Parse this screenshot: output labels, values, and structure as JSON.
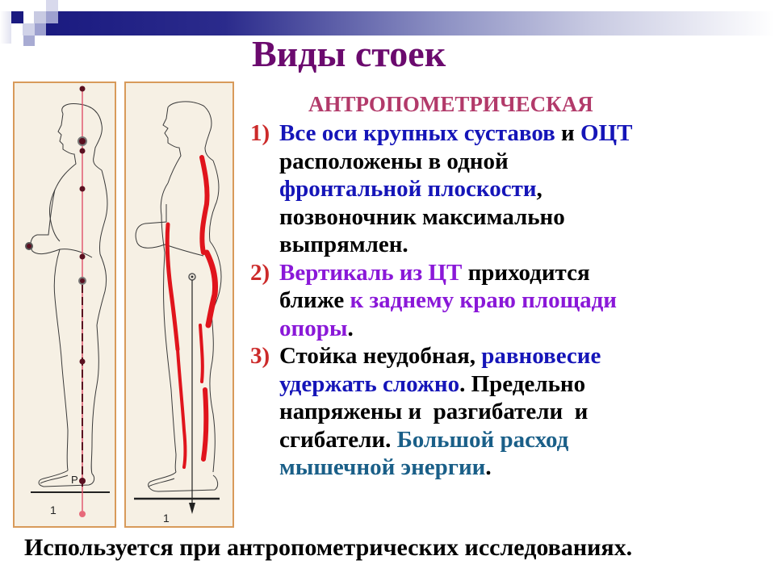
{
  "slide": {
    "title": "Виды стоек",
    "subtitle": "АНТРОПОМЕТРИЧЕСКАЯ",
    "items": [
      {
        "number": "1)",
        "segments": [
          {
            "text": "Все  оси  крупных суставов",
            "color": "blue"
          },
          {
            "text": " и ",
            "color": "black"
          },
          {
            "text": "ОЦТ",
            "color": "blue"
          },
          {
            "text": " расположены в одной ",
            "color": "black"
          },
          {
            "text": "фронтальной плоскости",
            "color": "blue"
          },
          {
            "text": ", позвоночник максимально выпрямлен.",
            "color": "black"
          }
        ]
      },
      {
        "number": "2)",
        "segments": [
          {
            "text": "Вертикаль из ЦТ",
            "color": "violet"
          },
          {
            "text": " приходится ближе ",
            "color": "black"
          },
          {
            "text": "к заднему краю площади опоры",
            "color": "violet"
          },
          {
            "text": ".",
            "color": "black"
          }
        ]
      },
      {
        "number": "3)",
        "segments": [
          {
            "text": "Стойка неудобная, ",
            "color": "black"
          },
          {
            "text": "равновесие удержать сложно",
            "color": "blue"
          },
          {
            "text": ". Предельно напряжены и  разгибатели  и сгибатели. ",
            "color": "black"
          },
          {
            "text": "Большой расход мышечной энергии",
            "color": "teal"
          },
          {
            "text": ".",
            "color": "black"
          }
        ]
      }
    ],
    "footer": "Используется при антропометрических исследованиях.",
    "figures": [
      {
        "name": "figure-joint-axes",
        "label_p": "P",
        "label_num": "1"
      },
      {
        "name": "figure-muscle-tension",
        "label_num": "1"
      }
    ],
    "colors": {
      "title": "#6b0a6e",
      "subtitle": "#b23a6a",
      "number": "#cc2a2a",
      "blue": "#1515b8",
      "violet": "#8a18d8",
      "teal": "#1a5f88",
      "header_bar": "#1a1a80",
      "panel_bg": "#f6f0e4",
      "panel_border": "#d89a5a",
      "muscle_red": "#e0141c"
    }
  }
}
